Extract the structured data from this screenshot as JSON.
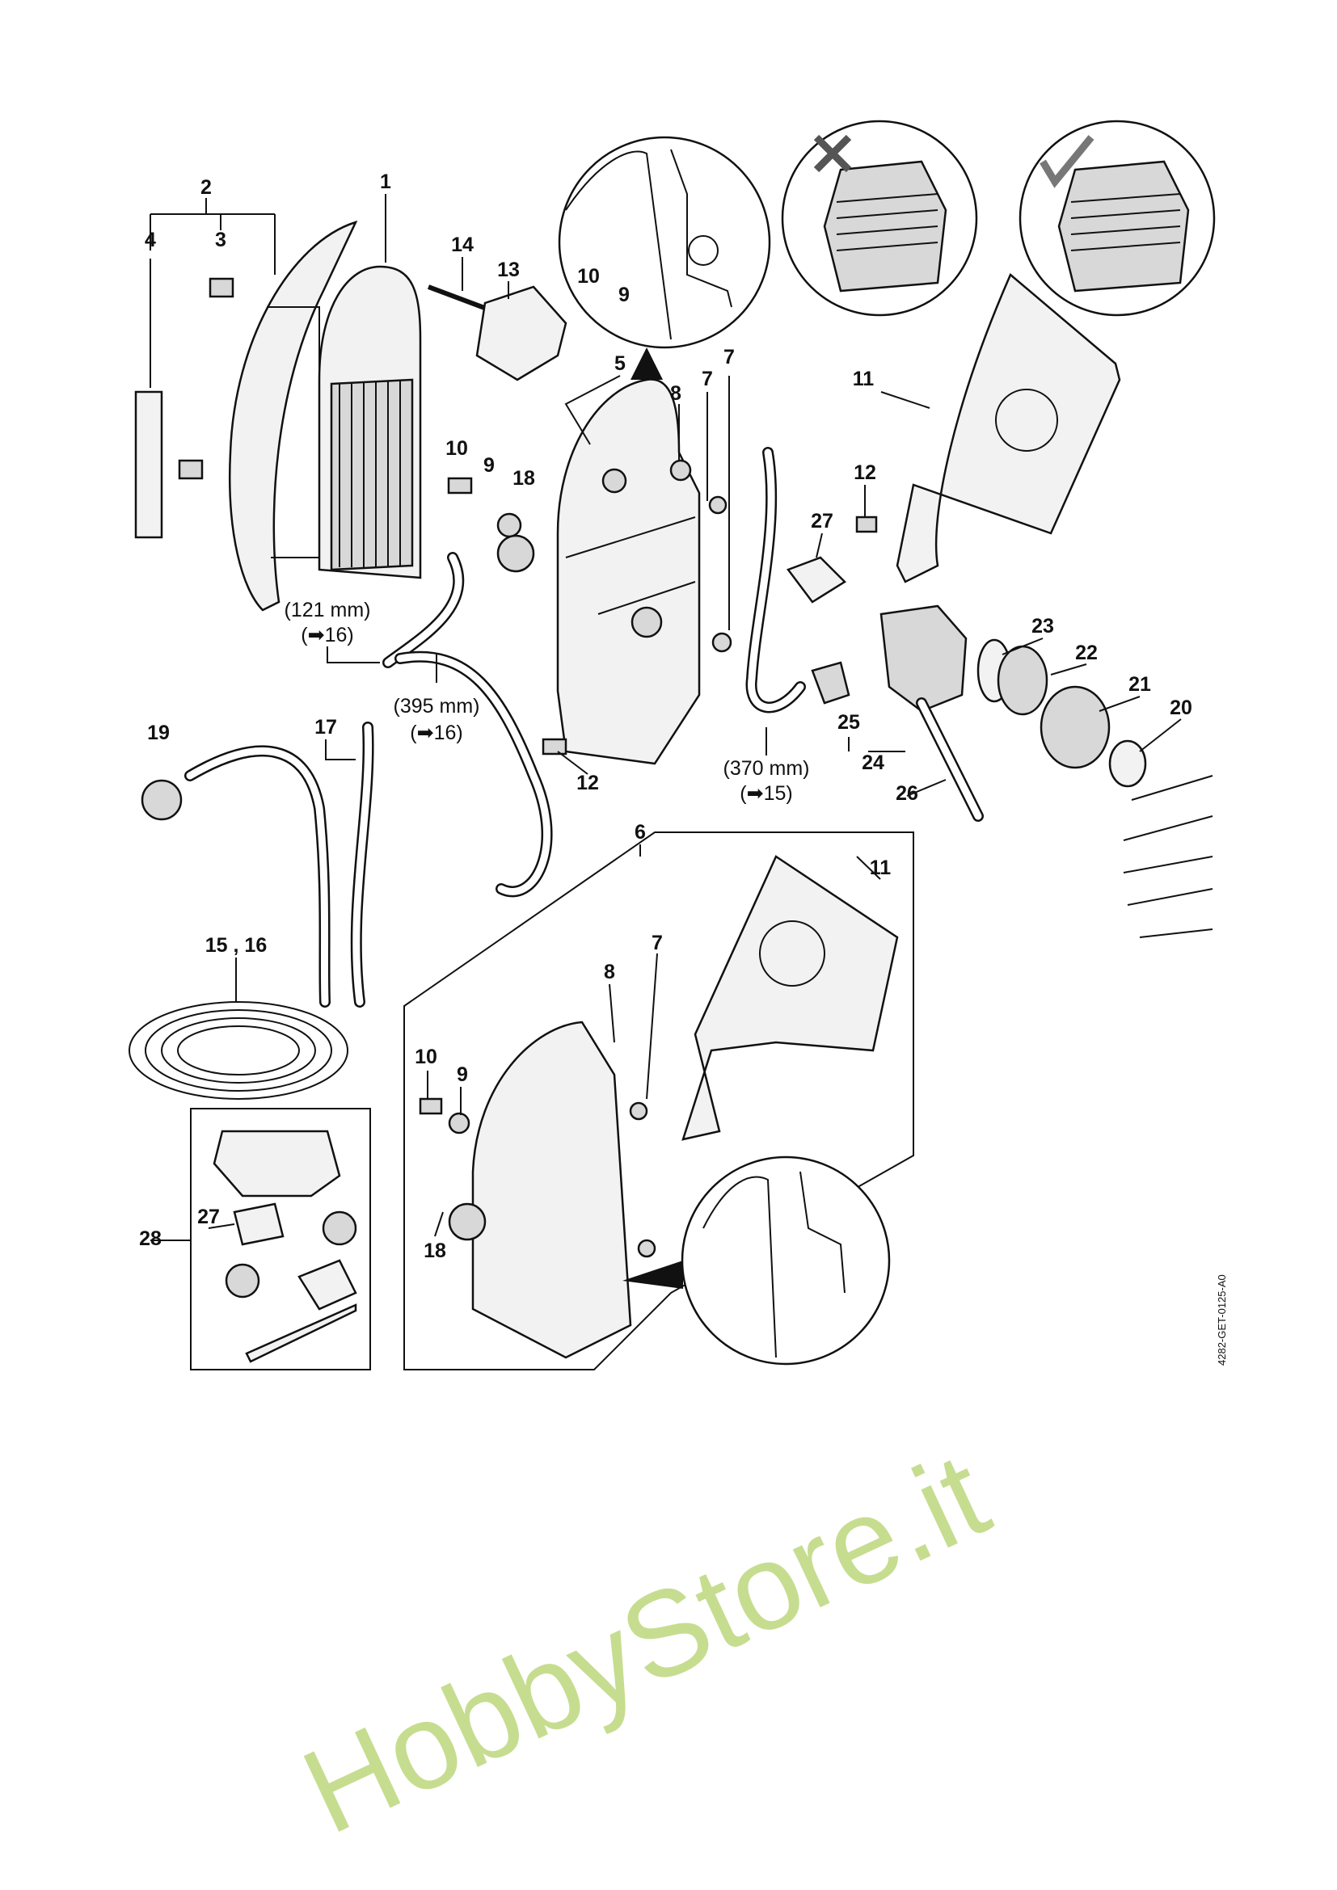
{
  "diagram": {
    "callouts": [
      "1",
      "2",
      "3",
      "4",
      "5",
      "6",
      "7",
      "7",
      "7",
      "8",
      "8",
      "9",
      "9",
      "9",
      "10",
      "10",
      "10",
      "11",
      "11",
      "12",
      "12",
      "13",
      "14",
      "15 , 16",
      "17",
      "18",
      "18",
      "19",
      "20",
      "21",
      "22",
      "23",
      "24",
      "25",
      "26",
      "27",
      "27",
      "28"
    ],
    "hose_notes": {
      "hose_121": {
        "length": "(121 mm)",
        "ref": "(➡16)"
      },
      "hose_395": {
        "length": "(395 mm)",
        "ref": "(➡16)"
      },
      "hose_370": {
        "length": "(370 mm)",
        "ref": "(➡15)"
      }
    },
    "drawing_code": "4282-GET-0125-A0",
    "watermark": "HobbyStore.it",
    "colors": {
      "line": "#111111",
      "watermark": "#bcd77c",
      "wrong_mark": "#555555",
      "correct_mark": "#777777"
    }
  }
}
